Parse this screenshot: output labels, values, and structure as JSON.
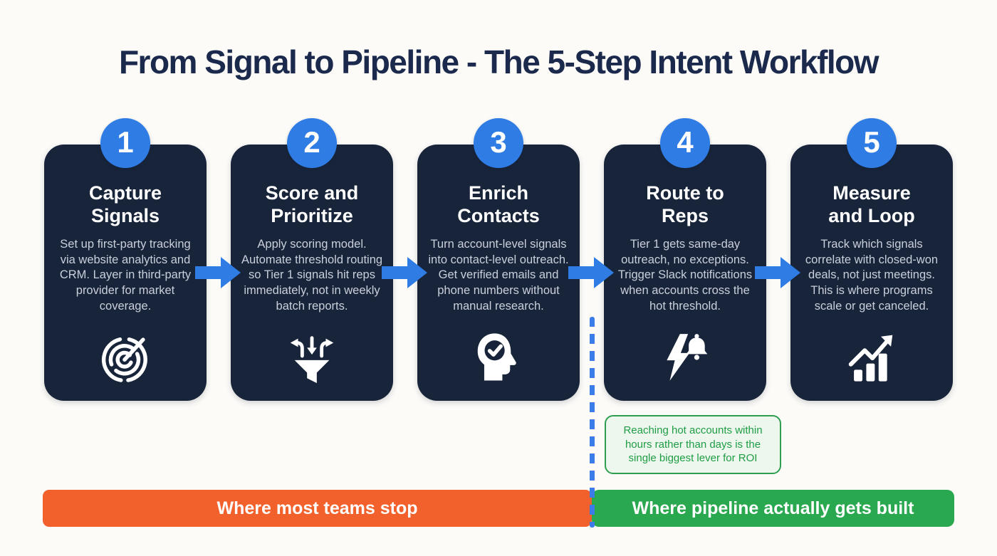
{
  "page": {
    "title": "From Signal to Pipeline - The 5-Step Intent Workflow"
  },
  "steps": [
    {
      "number": "1",
      "title": "Capture\nSignals",
      "body": "Set up first-party tracking via website analytics and CRM. Layer in third-party provider for market coverage.",
      "icon": "target-icon"
    },
    {
      "number": "2",
      "title": "Score and\nPrioritize",
      "body": "Apply scoring model. Automate threshold routing so Tier 1 signals hit reps immediately, not in weekly batch reports.",
      "icon": "funnel-route-icon"
    },
    {
      "number": "3",
      "title": "Enrich\nContacts",
      "body": "Turn account-level signals into contact-level outreach. Get verified emails and phone numbers without manual research.",
      "icon": "head-check-icon"
    },
    {
      "number": "4",
      "title": "Route to\nReps",
      "body": "Tier 1 gets same-day outreach, no exceptions. Trigger Slack notifications when accounts cross the hot threshold.",
      "icon": "bolt-bell-icon"
    },
    {
      "number": "5",
      "title": "Measure\nand Loop",
      "body": "Track which signals correlate with closed-won deals, not just meetings. This is where programs scale or get canceled.",
      "icon": "growth-chart-icon"
    }
  ],
  "callout": {
    "text": "Reaching hot accounts within hours rather than days is the single biggest lever for ROI"
  },
  "banners": {
    "left": "Where most teams stop",
    "right": "Where pipeline actually gets built"
  },
  "colors": {
    "accent_blue": "#2e7ce4",
    "card_navy": "#18243a",
    "banner_orange": "#f2612c",
    "banner_green": "#2aa84f",
    "callout_green": "#1f9d45",
    "title_navy": "#1b2a4c",
    "background": "#fcfbf8"
  }
}
